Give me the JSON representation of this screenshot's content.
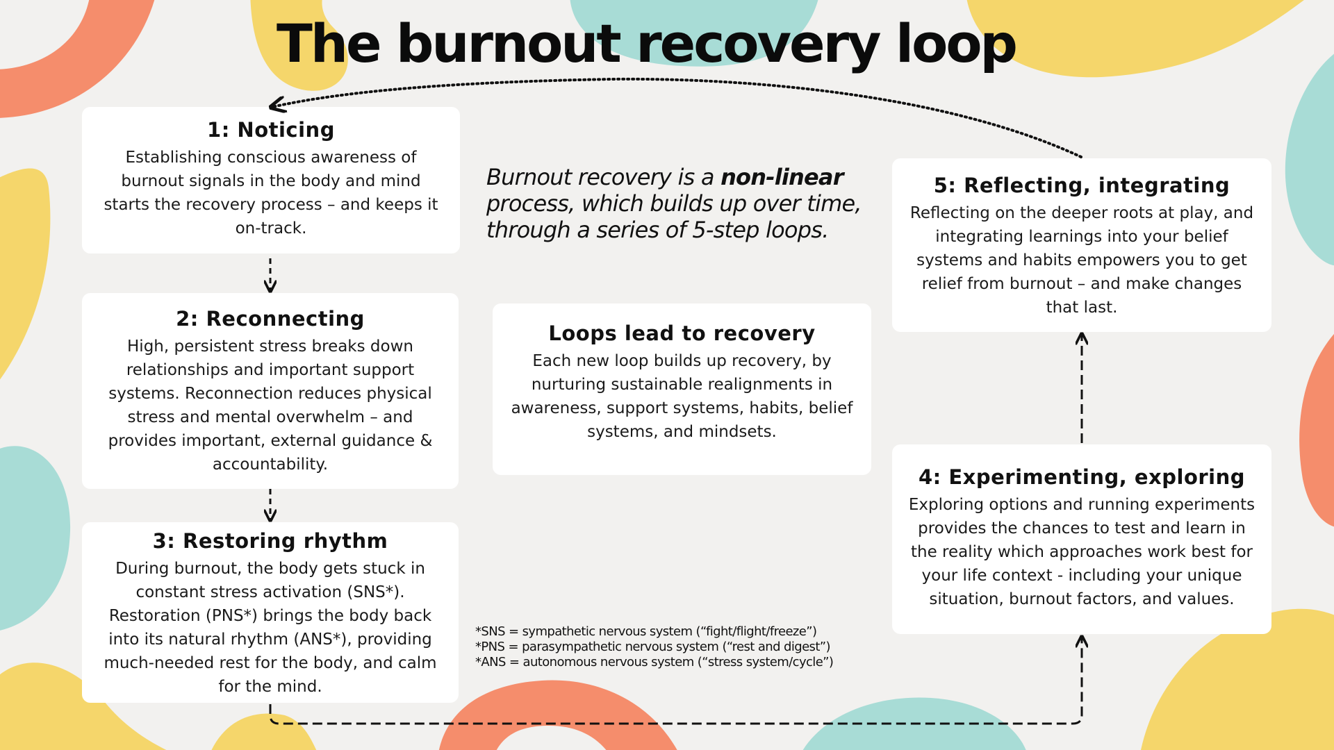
{
  "title": "The burnout recovery loop",
  "steps": [
    {
      "heading": "1: Noticing",
      "body": "Establishing conscious awareness of burnout signals in the body and mind starts the recovery process – and keeps it on-track."
    },
    {
      "heading": "2: Reconnecting",
      "body": "High, persistent stress breaks down relationships and important support systems. Reconnection reduces physical stress and mental overwhelm – and provides important, external guidance & accountability."
    },
    {
      "heading": "3: Restoring rhythm",
      "body": "During burnout, the body gets stuck in constant stress activation (SNS*). Restoration (PNS*) brings the body back into its natural rhythm (ANS*), providing much-needed rest for the body, and calm for the mind."
    },
    {
      "heading": "4: Experimenting, exploring",
      "body": "Exploring options and running experiments provides the chances to test and learn in the reality which approaches work best for your life context - including your unique situation, burnout factors, and values."
    },
    {
      "heading": "5: Reflecting, integrating",
      "body": "Reflecting on the deeper roots at play, and integrating learnings into your belief systems and habits empowers you to get relief from burnout – and make changes that last."
    }
  ],
  "intro": {
    "before": "Burnout recovery is a ",
    "emphasis": "non-linear",
    "after": " process, which builds up over time, through a series of 5-step loops."
  },
  "center": {
    "heading": "Loops lead to recovery",
    "body": "Each new loop builds up recovery, by nurturing sustainable realignments in awareness, support systems, habits, belief systems, and mindsets."
  },
  "footnotes": [
    "*SNS = sympathetic nervous system (“fight/flight/freeze”)",
    "*PNS = parasympathetic nervous system (“rest and digest”)",
    "*ANS = autonomous nervous system (“stress system/cycle”)"
  ],
  "colors": {
    "background": "#f2f1ef",
    "yellow": "#f5d66b",
    "coral": "#f58d6c",
    "teal": "#a8dcd6",
    "card": "#ffffff",
    "text": "#111111"
  }
}
